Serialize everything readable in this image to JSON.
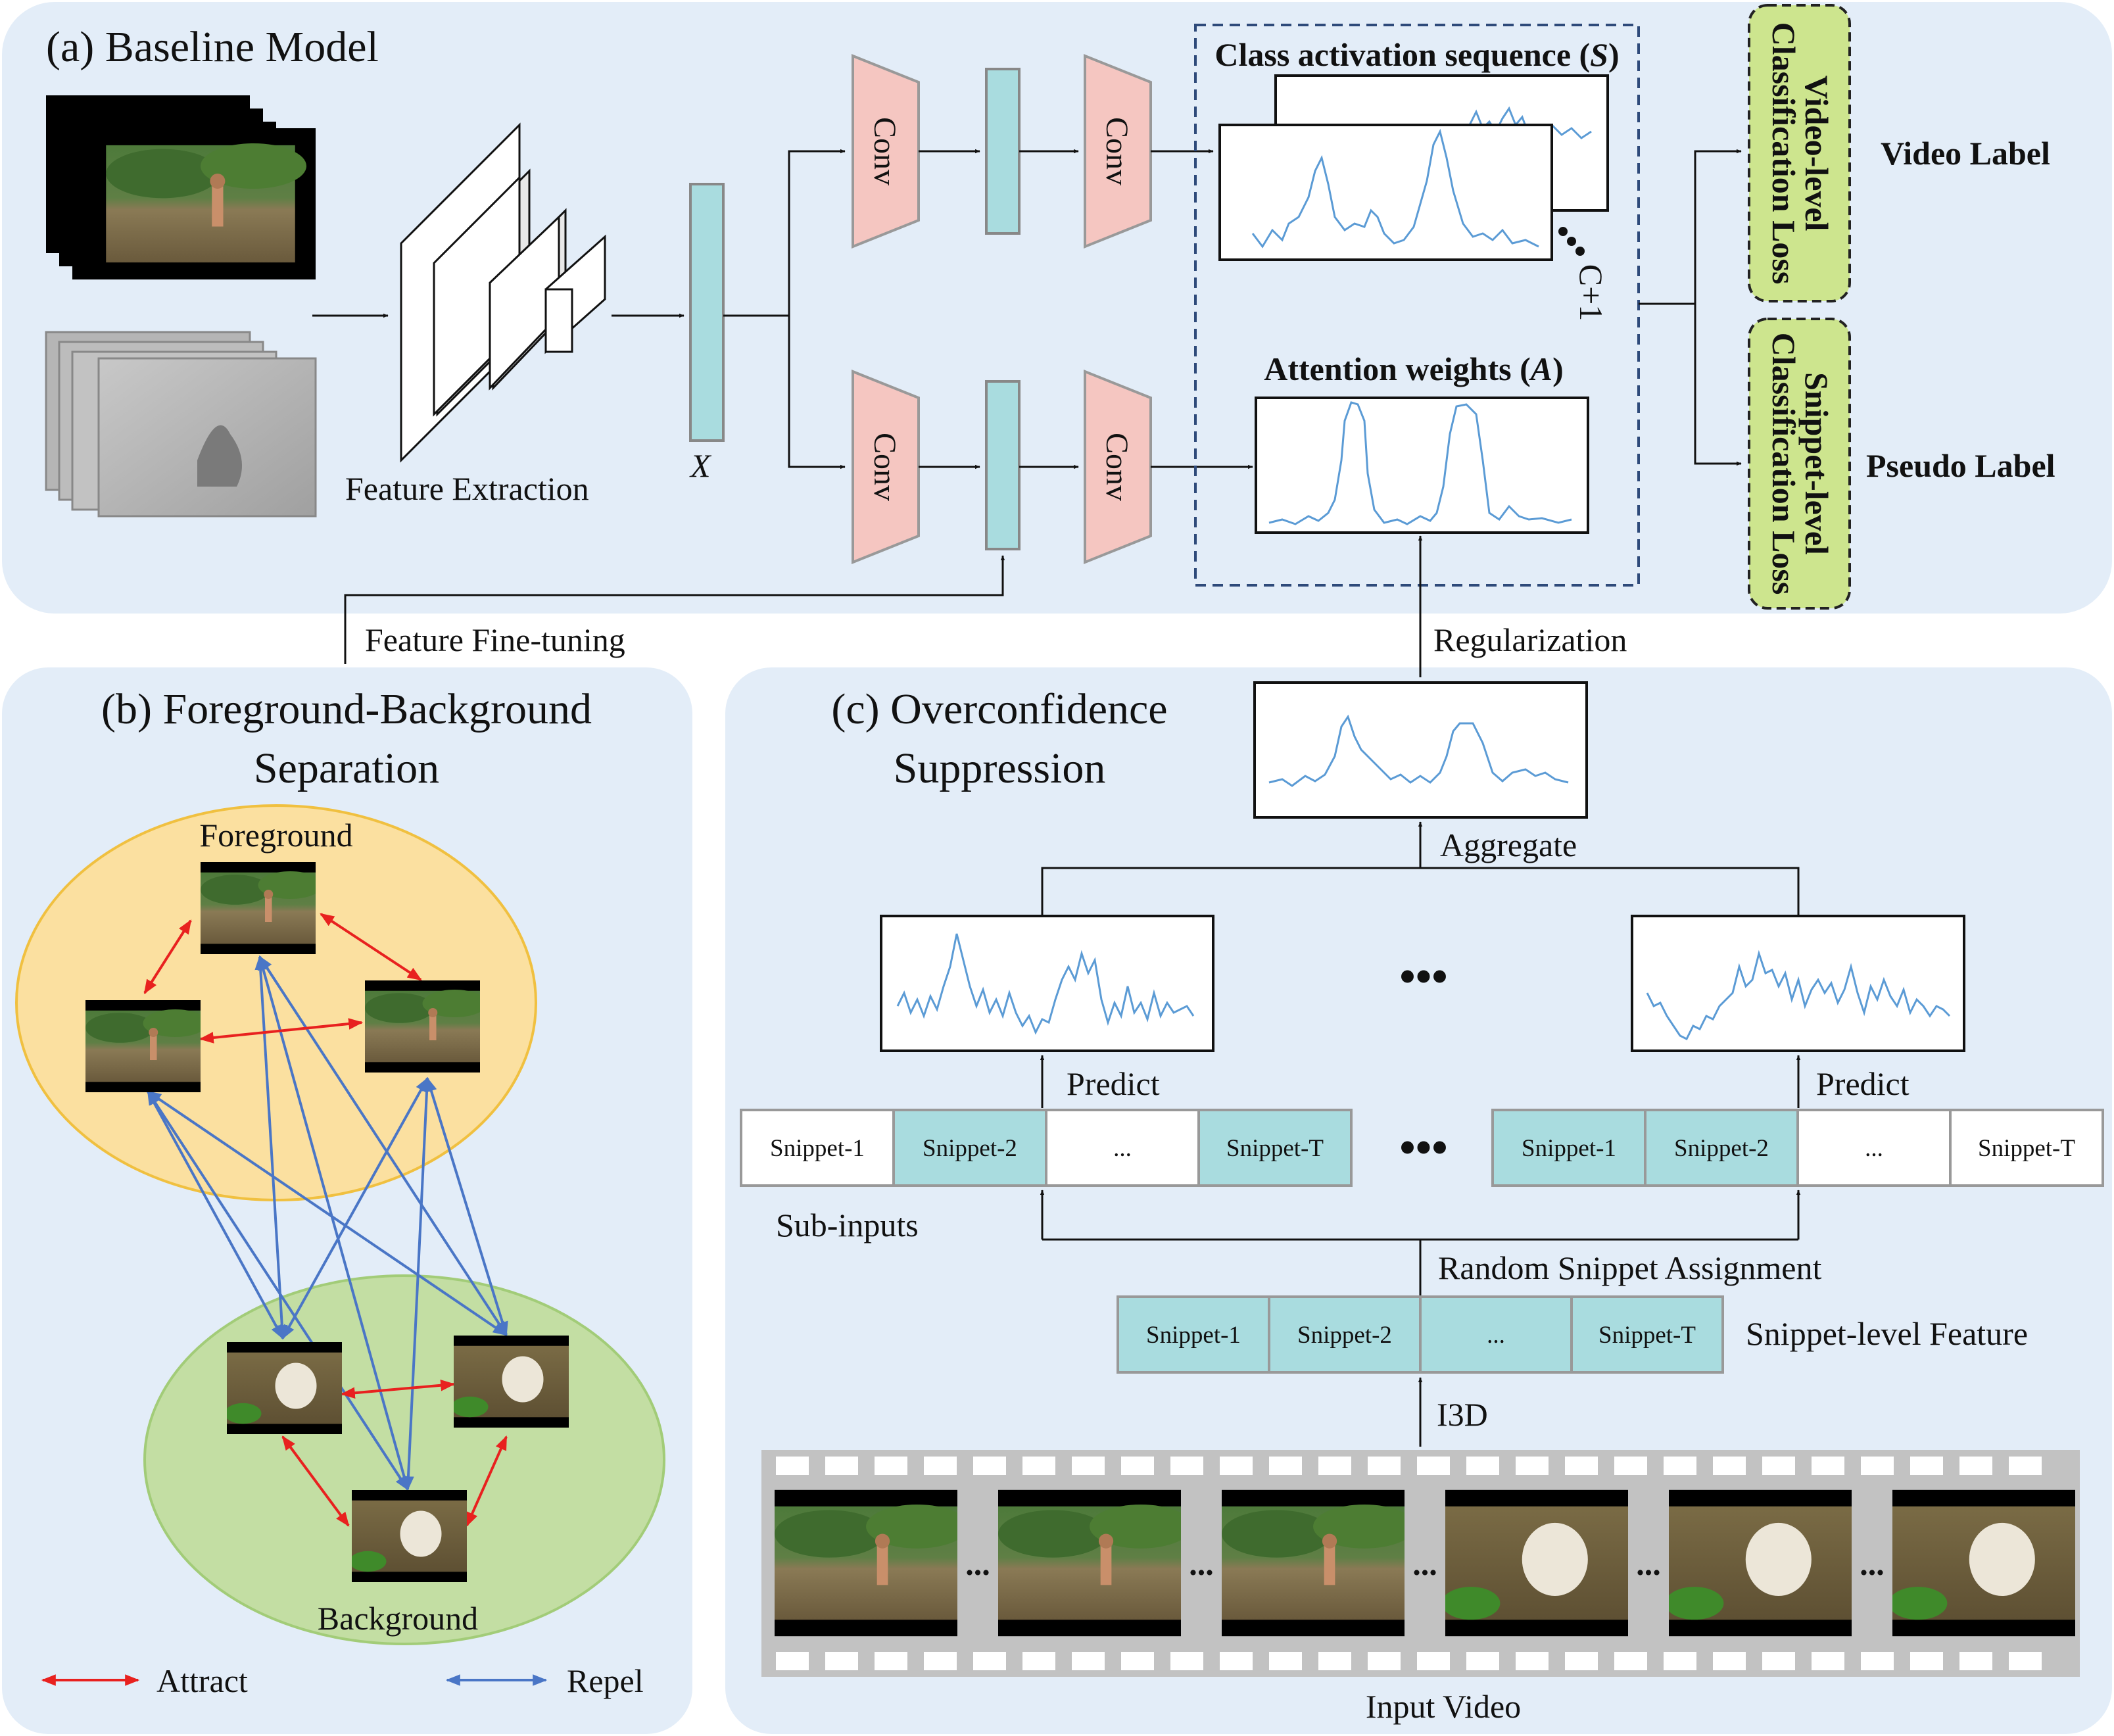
{
  "panels": {
    "a": {
      "title": "(a) Baseline Model"
    },
    "b": {
      "title_line1": "(b) Foreground-Background",
      "title_line2": "Separation"
    },
    "c": {
      "title_line1": "(c) Overconfidence",
      "title_line2": "Suppression"
    }
  },
  "baseline": {
    "feature_extraction": "Feature Extraction",
    "x_label": "X",
    "conv": "Conv",
    "cas_title": "Class activation sequence (",
    "cas_symbol": "S",
    "cas_close": ")",
    "c_plus_1": "C+1",
    "attention_title": "Attention weights (",
    "attention_symbol": "A",
    "attention_close": ")",
    "video_loss_line1": "Video-level",
    "video_loss_line2": "Classification Loss",
    "snippet_loss_line1": "Snippet-level",
    "snippet_loss_line2": "Classification Loss",
    "video_label": "Video Label",
    "pseudo_label": "Pseudo Label"
  },
  "links": {
    "feature_finetuning": "Feature Fine-tuning",
    "regularization": "Regularization"
  },
  "fg_bg": {
    "foreground": "Foreground",
    "background": "Background",
    "attract": "Attract",
    "repel": "Repel"
  },
  "overconfidence": {
    "aggregate": "Aggregate",
    "predict": "Predict",
    "sub_inputs": "Sub-inputs",
    "random_assignment": "Random Snippet Assignment",
    "snippet_level_feature": "Snippet-level Feature",
    "i3d": "I3D",
    "input_video": "Input Video",
    "ellipsis": "...",
    "dots": "•••",
    "snippets": [
      "Snippet-1",
      "Snippet-2",
      "...",
      "Snippet-T"
    ]
  },
  "icons": [
    "rgb-frame-stack",
    "optical-flow-stack",
    "cnn-feature-extractor",
    "film-strip"
  ],
  "colors": {
    "panel_bg": "#e3edf8",
    "feature_bar": "#a9dcdf",
    "conv_block": "#f5c6c1",
    "loss_box": "#cde58e",
    "foreground_ellipse": "#fbe0a0",
    "background_ellipse": "#c3dea3",
    "attract_arrow": "#e8211f",
    "repel_arrow": "#4a76c6",
    "signal_line": "#5b9bd5"
  }
}
